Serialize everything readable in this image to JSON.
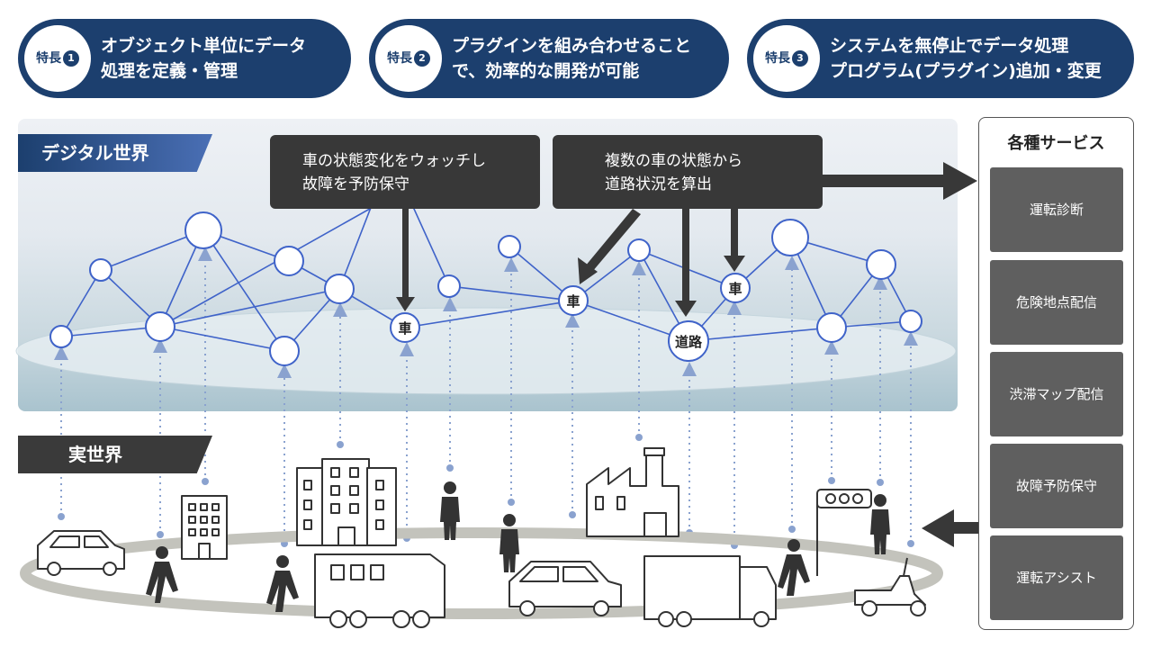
{
  "features": [
    {
      "badge": "特長",
      "num": "1",
      "lines": [
        "オブジェクト単位にデータ",
        "処理を定義・管理"
      ]
    },
    {
      "badge": "特長",
      "num": "2",
      "lines": [
        "プラグインを組み合わせること",
        "で、効率的な開発が可能"
      ]
    },
    {
      "badge": "特長",
      "num": "3",
      "lines": [
        "システムを無停止でデータ処理",
        "プログラム(プラグイン)追加・変更"
      ]
    }
  ],
  "digital_label": "デジタル世界",
  "real_label": "実世界",
  "callouts": [
    {
      "lines": [
        "車の状態変化をウォッチし",
        "故障を予防保守"
      ]
    },
    {
      "lines": [
        "複数の車の状態から",
        "道路状況を算出"
      ]
    }
  ],
  "nodes": {
    "car": "車",
    "road": "道路"
  },
  "services": {
    "title": "各種サービス",
    "items": [
      "運転診断",
      "危険地点配信",
      "渋滞マップ配信",
      "故障予防保守",
      "運転アシスト"
    ]
  },
  "colors": {
    "navy": "#1c3f6e",
    "node_line": "#3f63c9",
    "dark": "#383838",
    "service": "#5f5f5f"
  }
}
